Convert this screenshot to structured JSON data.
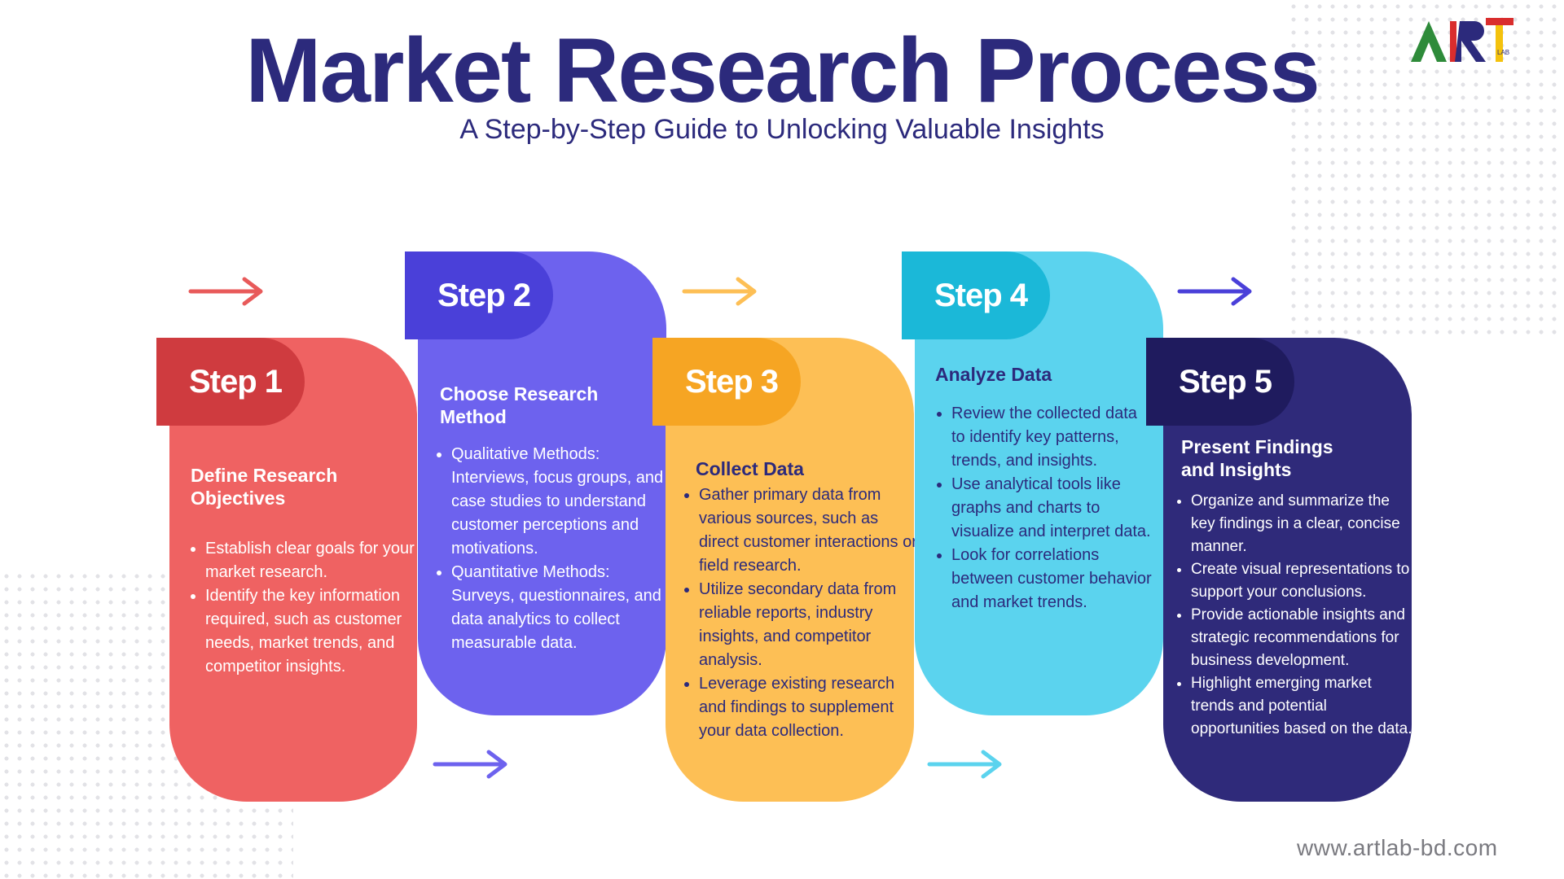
{
  "header": {
    "title": "Market Research Process",
    "subtitle": "A Step-by-Step Guide to Unlocking Valuable Insights"
  },
  "logo": {
    "text": "ART",
    "sub": "LAB"
  },
  "footer": {
    "url": "www.artlab-bd.com"
  },
  "steps": [
    {
      "label": "Step 1",
      "heading": "Define Research Objectives",
      "color": "#ef6262",
      "tab_color": "#cf3b3f",
      "text_color": "#ffffff",
      "bullets": [
        "Establish clear goals for your market research.",
        "Identify the key information required, such as customer needs, market trends, and competitor insights."
      ]
    },
    {
      "label": "Step 2",
      "heading": "Choose Research Method",
      "color": "#6d62ee",
      "tab_color": "#4a40d9",
      "text_color": "#ffffff",
      "bullets": [
        "Qualitative Methods: Interviews, focus groups, and case studies to understand customer perceptions and motivations.",
        "Quantitative Methods: Surveys, questionnaires, and data analytics to collect measurable data."
      ]
    },
    {
      "label": "Step 3",
      "heading": "Collect Data",
      "color": "#fdbf55",
      "tab_color": "#f6a523",
      "text_color": "#2c2a7c",
      "bullets": [
        "Gather primary data from various sources, such as direct customer interactions or field research.",
        "Utilize secondary data from reliable reports, industry insights, and competitor analysis.",
        "Leverage existing research and findings to supplement your data collection."
      ]
    },
    {
      "label": "Step 4",
      "heading": "Analyze Data",
      "color": "#5bd3ee",
      "tab_color": "#1bb8d8",
      "text_color": "#2c2a7c",
      "bullets": [
        "Review the collected data to identify key patterns, trends, and insights.",
        "Use analytical tools like graphs and charts to visualize and interpret data.",
        "Look for correlations between customer behavior and market trends."
      ]
    },
    {
      "label": "Step 5",
      "heading": "Present Findings and Insights",
      "color": "#2f2a7a",
      "tab_color": "#1f1b5e",
      "text_color": "#ffffff",
      "bullets": [
        "Organize and summarize the key findings in a clear, concise manner.",
        "Create visual representations to support your conclusions.",
        "Provide actionable insights and strategic recommendations for business development.",
        "Highlight emerging market trends and potential opportunities based on the data."
      ]
    }
  ],
  "arrows": [
    {
      "color": "#e85a5a"
    },
    {
      "color": "#6d62ee"
    },
    {
      "color": "#fdbf55"
    },
    {
      "color": "#5bd3ee"
    },
    {
      "color": "#4a40d9"
    }
  ]
}
